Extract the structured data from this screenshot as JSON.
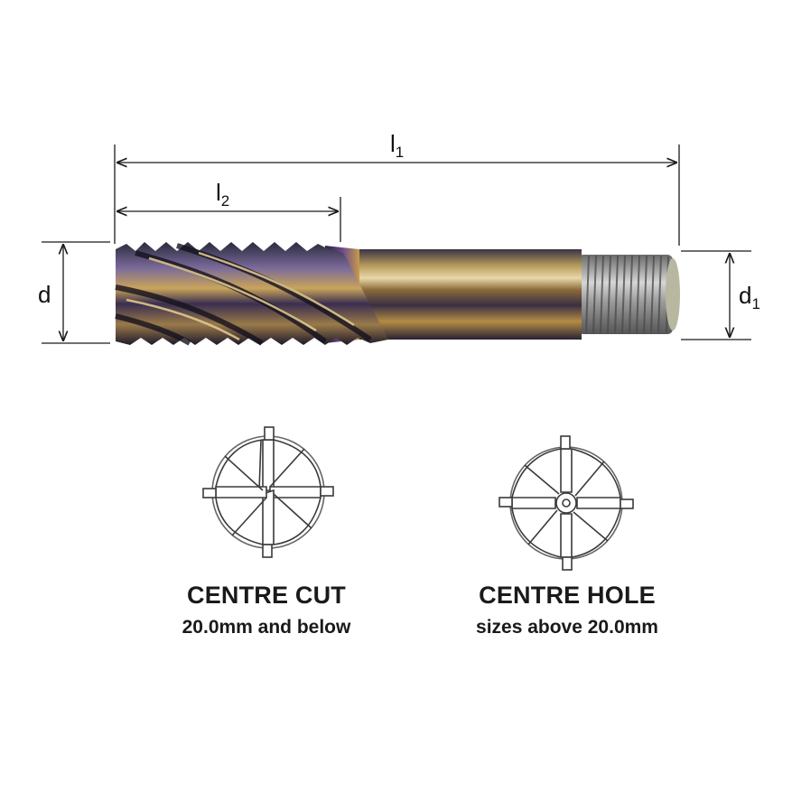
{
  "dimensions": {
    "overall_length": {
      "symbol": "l",
      "subscript": "1"
    },
    "flute_length": {
      "symbol": "l",
      "subscript": "2"
    },
    "cutting_diameter": {
      "symbol": "d",
      "subscript": ""
    },
    "shank_diameter": {
      "symbol": "d",
      "subscript": "1"
    }
  },
  "end_views": [
    {
      "title": "CENTRE CUT",
      "subtitle": "20.0mm and below"
    },
    {
      "title": "CENTRE HOLE",
      "subtitle": "sizes above 20.0mm"
    }
  ],
  "colors": {
    "line": "#1a1a1a",
    "coating_dark": "#2a2a3c",
    "coating_gold": "#b38a3a",
    "coating_purple": "#6a4a8c",
    "thread_grey": "#8c8c8c"
  }
}
